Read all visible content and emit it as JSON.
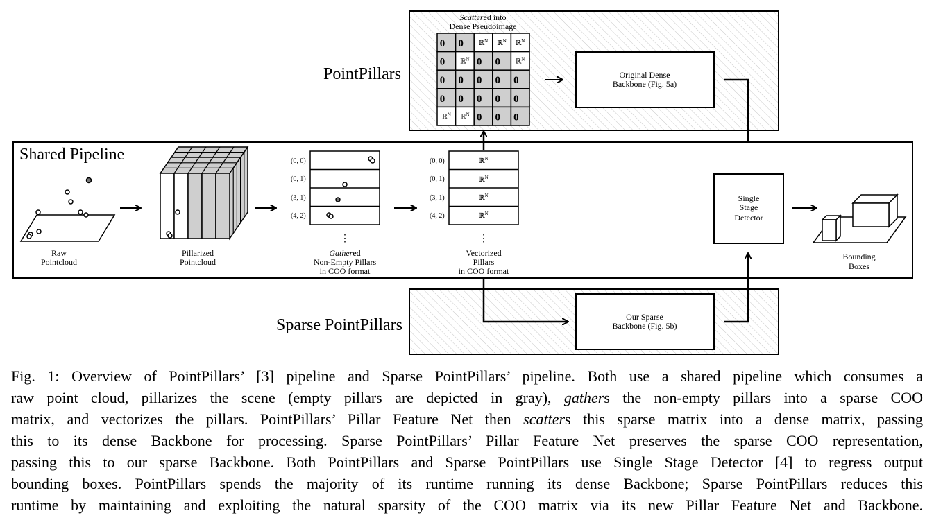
{
  "figure": {
    "pointpillars_label": "PointPillars",
    "sparse_pointpillars_label": "Sparse PointPillars",
    "shared_pipeline_label": "Shared Pipeline",
    "scattered_caption": {
      "italic": "Scatter",
      "rest": "ed into",
      "line2": "Dense Pseudoimage"
    },
    "grid_cells": [
      [
        "0",
        "0",
        "R",
        "R",
        "R"
      ],
      [
        "0",
        "R",
        "0",
        "0",
        "R"
      ],
      [
        "0",
        "0",
        "0",
        "0",
        "0"
      ],
      [
        "0",
        "0",
        "0",
        "0",
        "0"
      ],
      [
        "R",
        "R",
        "0",
        "0",
        "0"
      ]
    ],
    "zero_symbol": "0⃗",
    "real_symbol": "ℝ",
    "real_superscript": "N",
    "dense_backbone": {
      "line1": "Original Dense",
      "line2": "Backbone (Fig. 5a)"
    },
    "sparse_backbone": {
      "line1": "Our Sparse",
      "line2": "Backbone (Fig. 5b)"
    },
    "detector": {
      "line1": "Single",
      "line2": "Stage",
      "line3": "Detector"
    },
    "raw_pointcloud": {
      "line1": "Raw",
      "line2": "Pointcloud"
    },
    "pillarized_pointcloud": {
      "line1": "Pillarized",
      "line2": "Pointcloud"
    },
    "gathered": {
      "italic": "Gather",
      "rest": "ed",
      "line2": "Non-Empty Pillars",
      "line3": "in COO format"
    },
    "vectorized": {
      "line1": "Vectorized",
      "line2": "Pillars",
      "line3": "in COO format"
    },
    "bounding_boxes": {
      "line1": "Bounding",
      "line2": "Boxes"
    },
    "coo_indices": [
      "(0, 0)",
      "(0, 1)",
      "(3, 1)",
      "(4, 2)"
    ],
    "ellipsis": "⋮"
  },
  "caption": {
    "lines": [
      [
        "Fig. 1: Overview of PointPillars’ [3] pipeline and Sparse PointPillars’ pipeline. Both use a shared pipeline which consumes a"
      ],
      [
        "raw point cloud, pillarizes the scene (empty pillars are depicted in gray), ",
        "gather",
        "s the non-empty pillars into a sparse COO"
      ],
      [
        "matrix, and vectorizes the pillars. PointPillars’ Pillar Feature Net then ",
        "scatter",
        "s this sparse matrix into a dense matrix, passing"
      ],
      [
        "this to its dense Backbone for processing. Sparse PointPillars’ Pillar Feature Net preserves the sparse COO representation,"
      ],
      [
        "passing this to our sparse Backbone. Both PointPillars and Sparse PointPillars use Single Stage Detector [4] to regress output"
      ],
      [
        "bounding boxes. PointPillars spends the majority of its runtime running its dense Backbone; Sparse PointPillars reduces this"
      ],
      [
        "runtime by maintaining and exploiting the natural sparsity of the COO matrix via its new Pillar Feature Net and Backbone."
      ]
    ]
  }
}
